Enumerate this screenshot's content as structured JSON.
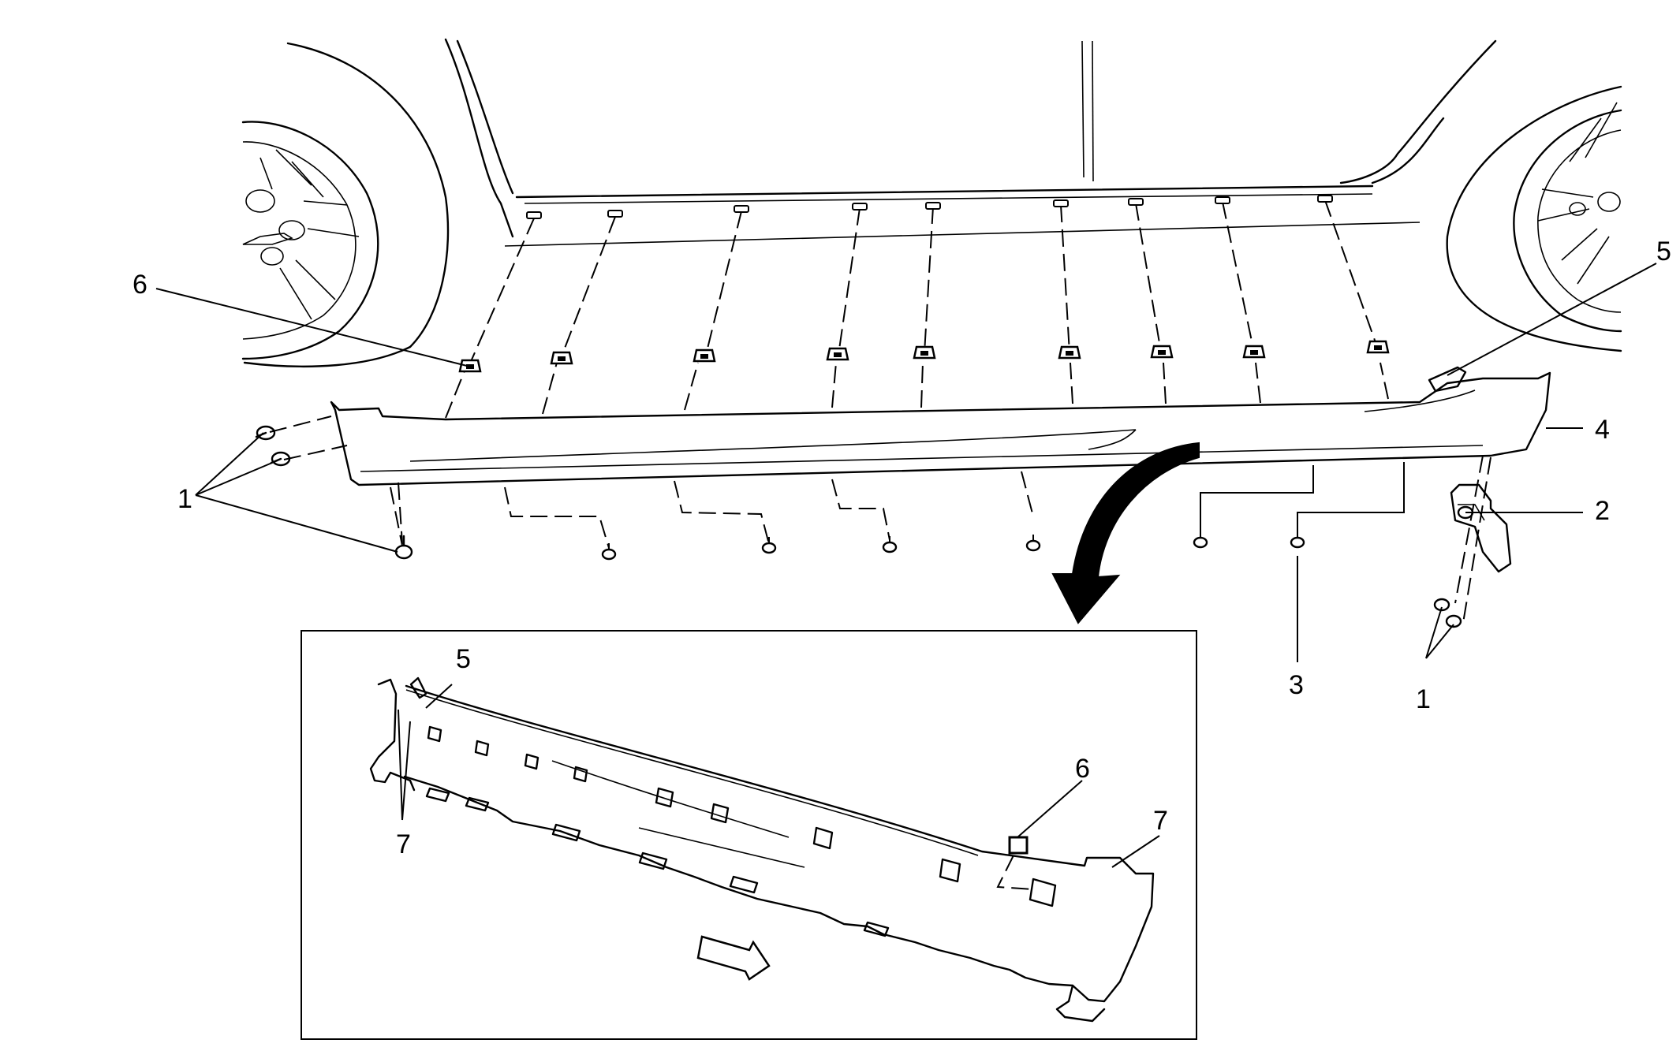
{
  "diagram": {
    "callouts_main": [
      {
        "id": "c1a",
        "label": "1"
      },
      {
        "id": "c6a",
        "label": "6"
      },
      {
        "id": "c5a",
        "label": "5"
      },
      {
        "id": "c4",
        "label": "4"
      },
      {
        "id": "c2",
        "label": "2"
      },
      {
        "id": "c3",
        "label": "3"
      },
      {
        "id": "c1b",
        "label": "1"
      }
    ],
    "callouts_inset": [
      {
        "id": "c5b",
        "label": "5"
      },
      {
        "id": "c7a",
        "label": "7"
      },
      {
        "id": "c6b",
        "label": "6"
      },
      {
        "id": "c7b",
        "label": "7"
      }
    ]
  }
}
